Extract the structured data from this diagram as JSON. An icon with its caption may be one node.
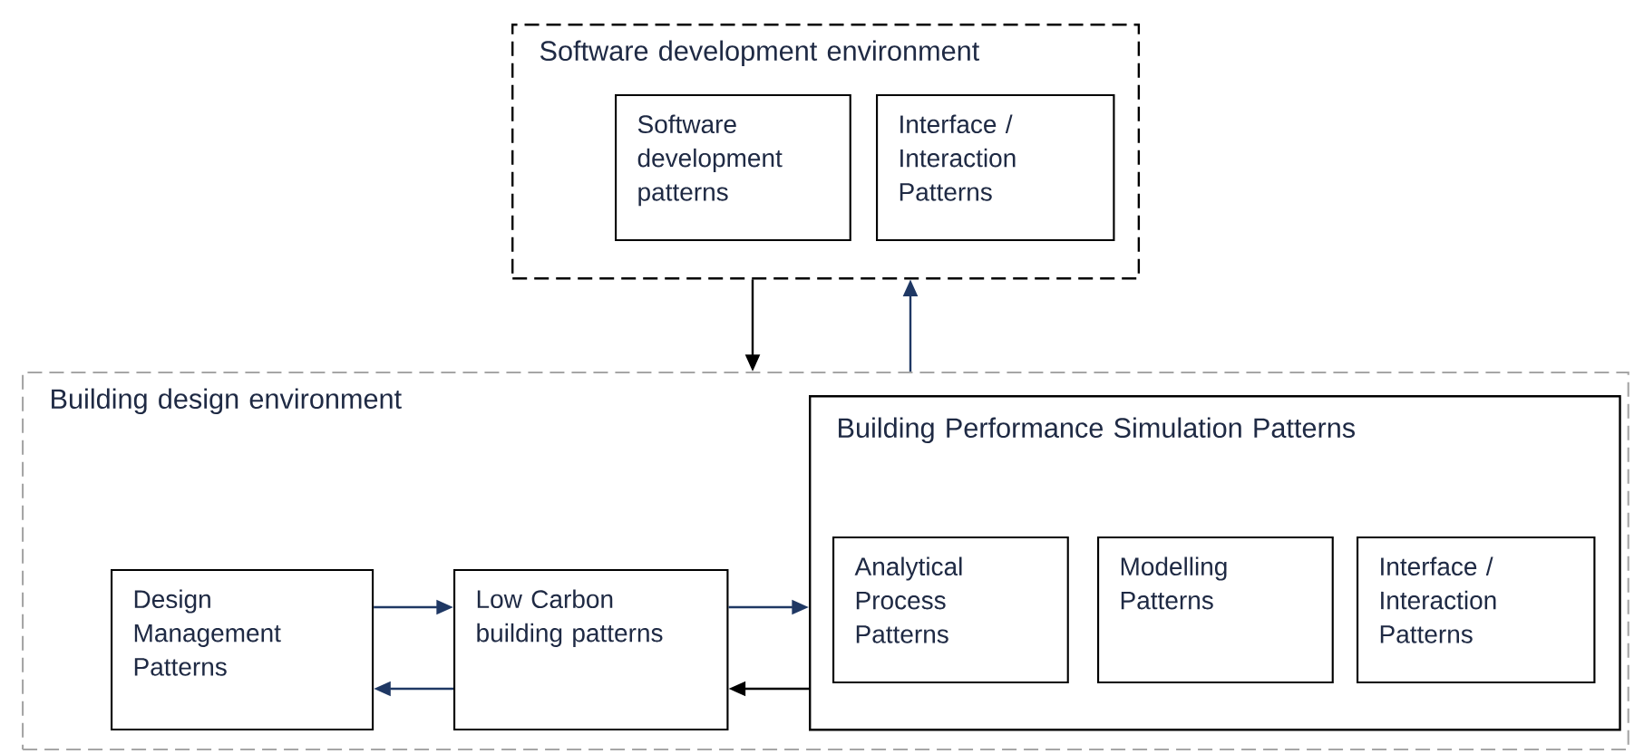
{
  "diagram": {
    "nodes": [
      {
        "text": [
          "Software development environment"
        ]
      },
      {
        "text": [
          "Software development patterns"
        ],
        "in": 0
      },
      {
        "text": [
          "Interface / Interaction Patterns"
        ],
        "in": 0
      },
      {
        "text": [
          "Building design environment"
        ]
      },
      {
        "text": [
          "Design Management Patterns"
        ],
        "in": 3
      },
      {
        "text": [
          "Low Carbon building patterns"
        ],
        "in": 3
      },
      {
        "text": [
          "Building Performance Simulation Patterns"
        ],
        "in": 3
      },
      {
        "text": [
          "Analytical Process Patterns"
        ],
        "in": 6
      },
      {
        "text": [
          "Modelling Patterns"
        ],
        "in": 6
      },
      {
        "text": [
          "Interface / Interaction Patterns"
        ],
        "in": 6
      }
    ],
    "edges": [
      {
        "from": 0,
        "to": 3,
        "arrow": "to",
        "color": "#000000"
      },
      {
        "from": 3,
        "to": 0,
        "arrow": "to"
      },
      {
        "from": 4,
        "to": 5,
        "arrow": "to"
      },
      {
        "from": 5,
        "to": 4,
        "arrow": "to"
      },
      {
        "from": 5,
        "to": 6,
        "arrow": "to"
      },
      {
        "from": 6,
        "to": 5,
        "arrow": "to",
        "color": "#000000"
      }
    ]
  }
}
